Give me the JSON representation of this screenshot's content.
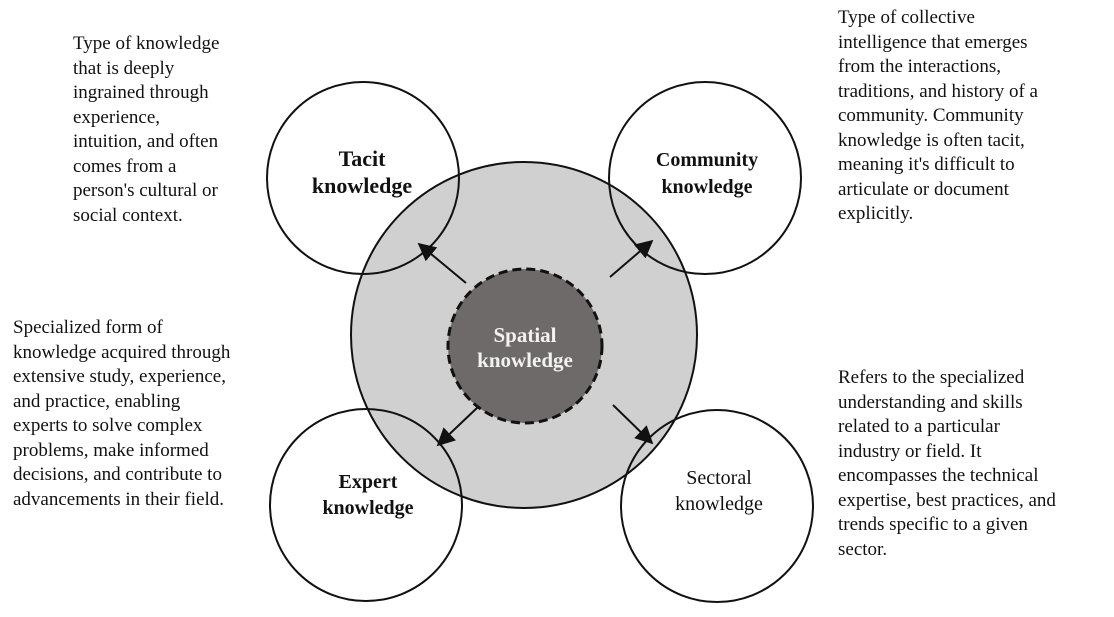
{
  "center": {
    "line1": "Spatial",
    "line2": "knowledge"
  },
  "nodes": {
    "tacit": {
      "line1": "Tacit",
      "line2": "knowledge",
      "description": [
        "Type of knowledge",
        "that is deeply",
        "ingrained through",
        "experience,",
        "intuition, and often",
        "comes from a",
        "person's cultural or",
        "social context."
      ]
    },
    "community": {
      "line1": "Community",
      "line2": "knowledge",
      "description": [
        "Type of collective",
        "intelligence that emerges",
        "from the interactions,",
        "traditions, and history of a",
        "community. Community",
        "knowledge is often tacit,",
        "meaning it's difficult to",
        "articulate or document",
        "explicitly."
      ]
    },
    "expert": {
      "line1": "Expert",
      "line2": "knowledge",
      "description": [
        "Specialized form of",
        "knowledge acquired through",
        "extensive study, experience,",
        "and practice, enabling",
        "experts to solve complex",
        "problems, make informed",
        "decisions, and contribute to",
        "advancements in their field."
      ]
    },
    "sectoral": {
      "line1": "Sectoral",
      "line2": "knowledge",
      "description": [
        "Refers to the specialized",
        "understanding and skills",
        "related to a particular",
        "industry or field. It",
        "encompasses the technical",
        "expertise, best practices, and",
        "trends specific to a given",
        "sector."
      ]
    }
  },
  "colors": {
    "outer_ring_fill": "#d1d0d1",
    "center_fill": "#6e6a69",
    "node_fill": "#ffffff",
    "stroke": "#111111",
    "center_text": "#f2f2f2"
  }
}
